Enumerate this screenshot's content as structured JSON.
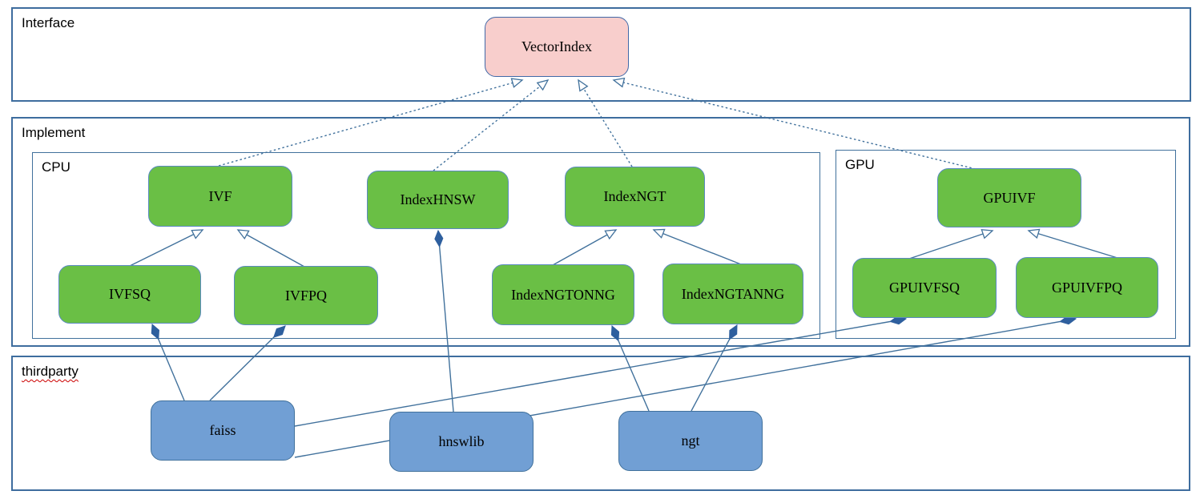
{
  "diagram": {
    "containers": {
      "interface": {
        "label": "Interface"
      },
      "implement": {
        "label": "Implement"
      },
      "cpu": {
        "label": "CPU"
      },
      "gpu": {
        "label": "GPU"
      },
      "thirdparty": {
        "label": "thirdparty"
      }
    },
    "nodes": {
      "vectorindex": {
        "label": "VectorIndex",
        "kind": "interface"
      },
      "ivf": {
        "label": "IVF",
        "kind": "cpu-class"
      },
      "indexhnsw": {
        "label": "IndexHNSW",
        "kind": "cpu-class"
      },
      "indexngt": {
        "label": "IndexNGT",
        "kind": "cpu-class"
      },
      "gpuivf": {
        "label": "GPUIVF",
        "kind": "gpu-class"
      },
      "ivfsq": {
        "label": "IVFSQ",
        "kind": "cpu-class"
      },
      "ivfpq": {
        "label": "IVFPQ",
        "kind": "cpu-class"
      },
      "indexngtonng": {
        "label": "IndexNGTONNG",
        "kind": "cpu-class"
      },
      "indexngtanng": {
        "label": "IndexNGTANNG",
        "kind": "cpu-class"
      },
      "gpuivfsq": {
        "label": "GPUIVFSQ",
        "kind": "gpu-class"
      },
      "gpuivfpq": {
        "label": "GPUIVFPQ",
        "kind": "gpu-class"
      },
      "faiss": {
        "label": "faiss",
        "kind": "thirdparty-lib"
      },
      "hnswlib": {
        "label": "hnswlib",
        "kind": "thirdparty-lib"
      },
      "ngt": {
        "label": "ngt",
        "kind": "thirdparty-lib"
      }
    },
    "edges": [
      {
        "from": "IVF",
        "to": "VectorIndex",
        "type": "realization",
        "style": "dashed, hollow triangle at VectorIndex"
      },
      {
        "from": "IndexHNSW",
        "to": "VectorIndex",
        "type": "realization",
        "style": "dashed, hollow triangle at VectorIndex"
      },
      {
        "from": "IndexNGT",
        "to": "VectorIndex",
        "type": "realization",
        "style": "dashed, hollow triangle at VectorIndex"
      },
      {
        "from": "GPUIVF",
        "to": "VectorIndex",
        "type": "realization",
        "style": "dashed, hollow triangle at VectorIndex"
      },
      {
        "from": "IVFSQ",
        "to": "IVF",
        "type": "generalization",
        "style": "solid, hollow triangle at IVF"
      },
      {
        "from": "IVFPQ",
        "to": "IVF",
        "type": "generalization",
        "style": "solid, hollow triangle at IVF"
      },
      {
        "from": "IndexNGTONNG",
        "to": "IndexNGT",
        "type": "generalization",
        "style": "solid, hollow triangle at IndexNGT"
      },
      {
        "from": "IndexNGTANNG",
        "to": "IndexNGT",
        "type": "generalization",
        "style": "solid, hollow triangle at IndexNGT"
      },
      {
        "from": "GPUIVFSQ",
        "to": "GPUIVF",
        "type": "generalization",
        "style": "solid, hollow triangle at GPUIVF"
      },
      {
        "from": "GPUIVFPQ",
        "to": "GPUIVF",
        "type": "generalization",
        "style": "solid, hollow triangle at GPUIVF"
      },
      {
        "from": "faiss",
        "to": "IVFSQ",
        "type": "composition",
        "style": "solid, filled diamond at IVFSQ"
      },
      {
        "from": "faiss",
        "to": "IVFPQ",
        "type": "composition",
        "style": "solid, filled diamond at IVFPQ"
      },
      {
        "from": "hnswlib",
        "to": "IndexHNSW",
        "type": "composition",
        "style": "solid, filled diamond at IndexHNSW"
      },
      {
        "from": "ngt",
        "to": "IndexNGTONNG",
        "type": "composition",
        "style": "solid, filled diamond at IndexNGTONNG"
      },
      {
        "from": "ngt",
        "to": "IndexNGTANNG",
        "type": "composition",
        "style": "solid, filled diamond at IndexNGTANNG"
      },
      {
        "from": "faiss",
        "to": "GPUIVFSQ",
        "type": "composition",
        "style": "solid, filled diamond at GPUIVFSQ"
      },
      {
        "from": "faiss",
        "to": "GPUIVFPQ",
        "type": "composition",
        "style": "solid, filled diamond at GPUIVFPQ"
      }
    ],
    "colors": {
      "class_fill_green": "#6abf45",
      "interface_fill_pink": "#f8cecc",
      "thirdparty_fill_blue": "#719fd4",
      "connector_blue": "#41719c",
      "container_border_blue": "#3e6d9e",
      "spellcheck_squiggle_red": "#cc0000"
    }
  }
}
